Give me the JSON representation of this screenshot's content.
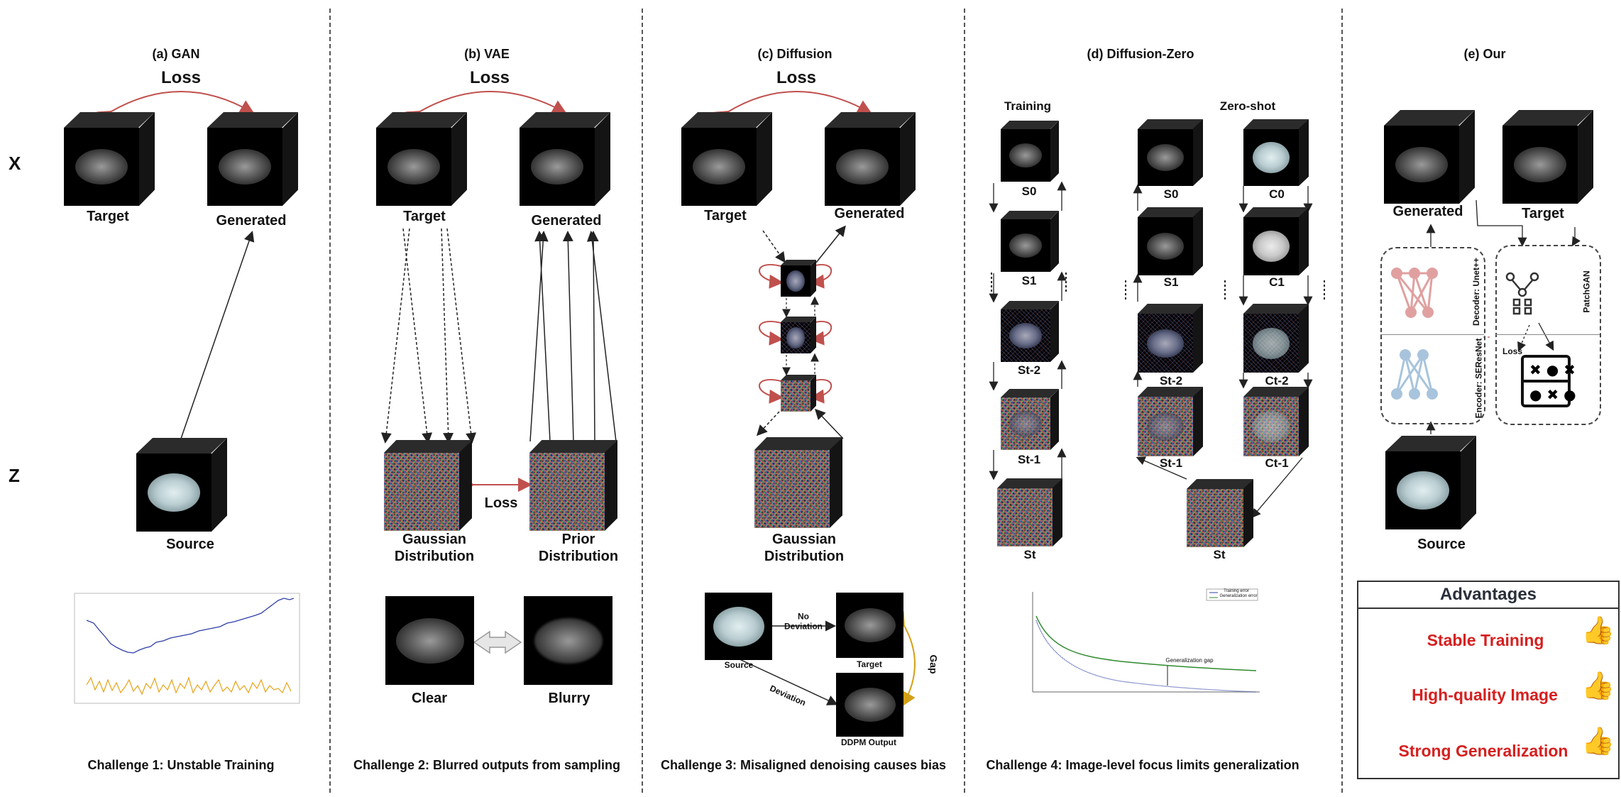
{
  "axis": {
    "x": "X",
    "z": "Z"
  },
  "panels": {
    "gan": {
      "title": "(a) GAN",
      "loss": "Loss",
      "target": "Target",
      "generated": "Generated",
      "source": "Source",
      "challenge": "Challenge 1: Unstable Training"
    },
    "vae": {
      "title": "(b) VAE",
      "loss": "Loss",
      "target": "Target",
      "generated": "Generated",
      "gaussian": "Gaussian\nDistribution",
      "prior": "Prior\nDistribution",
      "loss2": "Loss",
      "clear": "Clear",
      "blurry": "Blurry",
      "challenge": "Challenge 2: Blurred outputs from sampling"
    },
    "diffusion": {
      "title": "(c) Diffusion",
      "loss": "Loss",
      "target": "Target",
      "generated": "Generated",
      "gaussian": "Gaussian\nDistribution",
      "source": "Source",
      "no_deviation": "No\nDeviation",
      "target_small": "Target",
      "deviation": "Deviation",
      "gap": "Gap",
      "ddpm": "DDPM Output",
      "challenge": "Challenge 3: Misaligned denoising causes bias"
    },
    "zero": {
      "title": "(d) Diffusion-Zero",
      "training": "Training",
      "zeroshot": "Zero-shot",
      "train_labels": [
        "S0",
        "S1",
        "St-2",
        "St-1",
        "St"
      ],
      "zs_s_labels": [
        "S0",
        "S1",
        "St-2",
        "St-1",
        "St"
      ],
      "zs_c_labels": [
        "C0",
        "C1",
        "Ct-2",
        "Ct-1"
      ],
      "gen_gap": "Generalization gap",
      "legend": [
        "Training error",
        "Generalization error"
      ],
      "challenge": "Challenge 4: Image-level focus limits generalization"
    },
    "ours": {
      "title": "(e) Our",
      "generated": "Generated",
      "target": "Target",
      "source": "Source",
      "decoder": "Decoder: Unet++",
      "encoder": "Encoder: SEResNet",
      "patchgan": "PatchGAN",
      "loss": "Loss"
    }
  },
  "advantages": {
    "title": "Advantages",
    "items": [
      "Stable Training",
      "High-quality Image",
      "Strong Generalization"
    ],
    "icon": "thumbs-up-icon",
    "item_color": "#d61f1f"
  },
  "colors": {
    "loss_arc": "#c0504d",
    "blue_curve": "#2f3fa8",
    "orange_curve": "#e8a317",
    "green_curve": "#2e8b2e",
    "gap_arrow": "#d4a017"
  }
}
